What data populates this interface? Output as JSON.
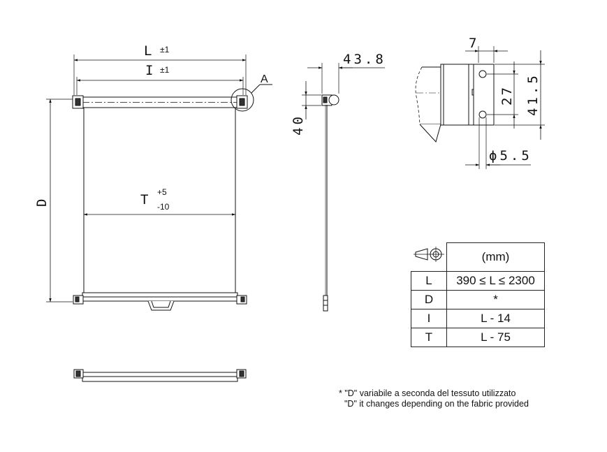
{
  "front_view": {
    "dim_L": "L",
    "tol_L": "±1",
    "dim_I": "I",
    "tol_I": "±1",
    "detail_label": "A",
    "dim_D": "D",
    "dim_T": "T",
    "tol_T_plus": "+5",
    "tol_T_minus": "-10"
  },
  "side_view": {
    "dim_width": "43.8",
    "dim_height": "40"
  },
  "detail_view": {
    "dim_7": "7",
    "dim_27": "27",
    "dim_41_5": "41.5",
    "dim_hole": "ϕ5.5"
  },
  "table": {
    "unit": "(mm)",
    "rows": [
      {
        "key": "L",
        "value": "390 ≤ L ≤ 2300"
      },
      {
        "key": "D",
        "value": "*"
      },
      {
        "key": "I",
        "value": "L - 14"
      },
      {
        "key": "T",
        "value": "L - 75"
      }
    ]
  },
  "note": {
    "it": "* \"D\" variabile a seconda del tessuto utilizzato",
    "en": "\"D\" it changes depending on the fabric provided"
  }
}
